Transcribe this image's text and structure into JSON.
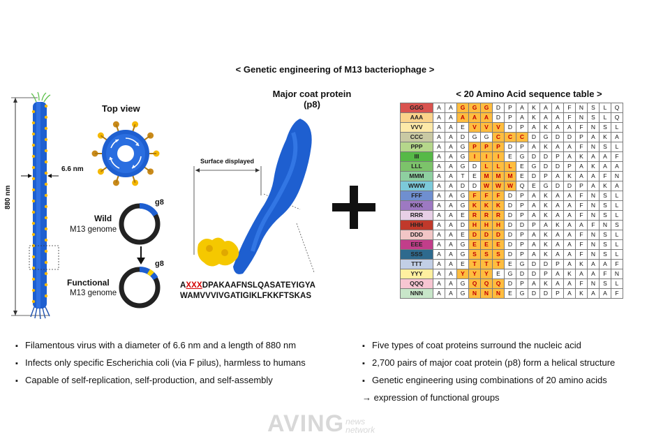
{
  "title": "< Genetic engineering of M13 bacteriophage >",
  "virus": {
    "length_label": "880 nm",
    "diameter_label": "6.6 nm"
  },
  "top_view": {
    "title": "Top view"
  },
  "genome": {
    "wild_title": "Wild",
    "wild_sub": "M13 genome",
    "wild_gene": "g8",
    "functional_title": "Functional",
    "functional_sub": "M13 genome",
    "functional_gene": "g8"
  },
  "coat": {
    "title_line1": "Major coat protein",
    "title_line2": "(p8)",
    "surface_label": "Surface displayed",
    "seq_prefix": "A",
    "seq_insert": "XXX",
    "seq_rest": "DPAKAAFNSLQASATEYIGYA",
    "seq_line2": "WAMVVVIVGATIGIKLFKKFTSKAS"
  },
  "table": {
    "title": "< 20 Amino Acid sequence table >",
    "rows": [
      {
        "code": "GGG",
        "color": "#d9534f",
        "cells": [
          "A",
          "A",
          "G",
          "G",
          "G",
          "D",
          "P",
          "A",
          "K",
          "A",
          "A",
          "F",
          "N",
          "S",
          "L",
          "Q"
        ]
      },
      {
        "code": "AAA",
        "color": "#fbd38a",
        "cells": [
          "A",
          "A",
          "A",
          "A",
          "A",
          "D",
          "P",
          "A",
          "K",
          "A",
          "A",
          "F",
          "N",
          "S",
          "L",
          "Q"
        ]
      },
      {
        "code": "VVV",
        "color": "#fde9a8",
        "cells": [
          "A",
          "A",
          "E",
          "V",
          "V",
          "V",
          "D",
          "P",
          "A",
          "K",
          "A",
          "A",
          "F",
          "N",
          "S",
          "L"
        ]
      },
      {
        "code": "CCC",
        "color": "#c9c9a3",
        "cells": [
          "A",
          "A",
          "D",
          "G",
          "G",
          "C",
          "C",
          "C",
          "D",
          "G",
          "D",
          "D",
          "P",
          "A",
          "K",
          "A"
        ]
      },
      {
        "code": "PPP",
        "color": "#b5d78b",
        "cells": [
          "A",
          "A",
          "G",
          "P",
          "P",
          "P",
          "D",
          "P",
          "A",
          "K",
          "A",
          "A",
          "F",
          "N",
          "S",
          "L"
        ]
      },
      {
        "code": "III",
        "color": "#56b947",
        "cells": [
          "A",
          "A",
          "G",
          "I",
          "I",
          "I",
          "E",
          "G",
          "D",
          "D",
          "P",
          "A",
          "K",
          "A",
          "A",
          "F"
        ]
      },
      {
        "code": "LLL",
        "color": "#7cc36a",
        "cells": [
          "A",
          "A",
          "G",
          "D",
          "L",
          "L",
          "L",
          "E",
          "G",
          "D",
          "D",
          "P",
          "A",
          "K",
          "A",
          "A"
        ]
      },
      {
        "code": "MMM",
        "color": "#8ecfa0",
        "cells": [
          "A",
          "A",
          "T",
          "E",
          "M",
          "M",
          "M",
          "E",
          "D",
          "P",
          "A",
          "K",
          "A",
          "A",
          "F",
          "N"
        ]
      },
      {
        "code": "WWW",
        "color": "#7cc9d9",
        "cells": [
          "A",
          "A",
          "D",
          "D",
          "W",
          "W",
          "W",
          "Q",
          "E",
          "G",
          "D",
          "D",
          "P",
          "A",
          "K",
          "A"
        ]
      },
      {
        "code": "FFF",
        "color": "#6f8fd0",
        "cells": [
          "A",
          "A",
          "G",
          "F",
          "F",
          "F",
          "D",
          "P",
          "A",
          "K",
          "A",
          "A",
          "F",
          "N",
          "S",
          "L"
        ]
      },
      {
        "code": "KKK",
        "color": "#9d79c2",
        "cells": [
          "A",
          "A",
          "G",
          "K",
          "K",
          "K",
          "D",
          "P",
          "A",
          "K",
          "A",
          "A",
          "F",
          "N",
          "S",
          "L"
        ]
      },
      {
        "code": "RRR",
        "color": "#e7cfe6",
        "cells": [
          "A",
          "A",
          "E",
          "R",
          "R",
          "R",
          "D",
          "P",
          "A",
          "K",
          "A",
          "A",
          "F",
          "N",
          "S",
          "L"
        ]
      },
      {
        "code": "HHH",
        "color": "#c0392b",
        "cells": [
          "A",
          "A",
          "D",
          "H",
          "H",
          "H",
          "D",
          "D",
          "P",
          "A",
          "K",
          "A",
          "A",
          "F",
          "N",
          "S"
        ]
      },
      {
        "code": "DDD",
        "color": "#f2c6c6",
        "cells": [
          "A",
          "A",
          "E",
          "D",
          "D",
          "D",
          "D",
          "P",
          "A",
          "K",
          "A",
          "A",
          "F",
          "N",
          "S",
          "L"
        ]
      },
      {
        "code": "EEE",
        "color": "#c23e8a",
        "cells": [
          "A",
          "A",
          "G",
          "E",
          "E",
          "E",
          "D",
          "P",
          "A",
          "K",
          "A",
          "A",
          "F",
          "N",
          "S",
          "L"
        ]
      },
      {
        "code": "SSS",
        "color": "#2e6a8e",
        "cells": [
          "A",
          "A",
          "G",
          "S",
          "S",
          "S",
          "D",
          "P",
          "A",
          "K",
          "A",
          "A",
          "F",
          "N",
          "S",
          "L"
        ]
      },
      {
        "code": "TTT",
        "color": "#c2cfe6",
        "cells": [
          "A",
          "A",
          "E",
          "T",
          "T",
          "T",
          "E",
          "G",
          "D",
          "D",
          "P",
          "A",
          "K",
          "A",
          "A",
          "F"
        ]
      },
      {
        "code": "YYY",
        "color": "#fff0a0",
        "cells": [
          "A",
          "A",
          "Y",
          "Y",
          "Y",
          "E",
          "G",
          "D",
          "D",
          "P",
          "A",
          "K",
          "A",
          "A",
          "F",
          "N"
        ]
      },
      {
        "code": "QQQ",
        "color": "#f7c6d2",
        "cells": [
          "A",
          "A",
          "G",
          "Q",
          "Q",
          "Q",
          "D",
          "P",
          "A",
          "K",
          "A",
          "A",
          "F",
          "N",
          "S",
          "L"
        ]
      },
      {
        "code": "NNN",
        "color": "#c8e6c9",
        "cells": [
          "A",
          "A",
          "G",
          "N",
          "N",
          "N",
          "E",
          "G",
          "D",
          "D",
          "P",
          "A",
          "K",
          "A",
          "A",
          "F"
        ]
      }
    ]
  },
  "bullets_left": [
    "Filamentous virus with a diameter of 6.6 nm and a length of 880 nm",
    "Infects only specific Escherichia coli (via F pilus), harmless to humans",
    "Capable of self-replication, self-production, and self-assembly"
  ],
  "bullets_right": [
    "Five types of coat proteins surround the nucleic acid",
    "2,700 pairs of major coat protein (p8) form a helical structure",
    "Genetic engineering using combinations of 20 amino acids"
  ],
  "right_note": "→ expression of functional groups",
  "watermark": {
    "main": "AVING",
    "sub1": "news",
    "sub2": "network"
  },
  "colors": {
    "protein_blue": "#1e5fd0",
    "protein_gold": "#f5b800",
    "highlight": "#ffbd3f",
    "highlight_text": "#c00000"
  }
}
